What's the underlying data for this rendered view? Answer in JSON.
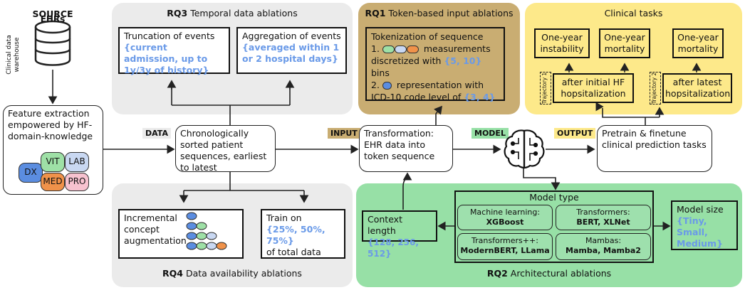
{
  "source": {
    "title": "SOURCE",
    "warehouse_label": "Clinical data warehouse",
    "ehr_label": "EHRs",
    "feature_box": "Feature extraction empowered by HF-domain-knowledge",
    "categories": [
      "DX",
      "VIT",
      "LAB",
      "MED",
      "PRO"
    ]
  },
  "stage_tags": {
    "data": "DATA",
    "input": "INPUT",
    "model": "MODEL",
    "output": "OUTPUT"
  },
  "data_box": "Chronologically sorted patient sequences, earliest to latest",
  "rq3": {
    "title_bold": "RQ3",
    "title_rest": "Temporal data ablations",
    "truncation_text": "Truncation of events",
    "truncation_values": "{current admission, up to 1y/3y of history}",
    "aggregation_text": "Aggregation of events",
    "aggregation_values": "{averaged within 1 or 2 hospital days}"
  },
  "rq4": {
    "title_bold": "RQ4",
    "title_rest": "Data availability ablations",
    "incremental_text": "Incremental concept augmentation",
    "train_text": "Train on",
    "train_values": "{25%, 50%, 75%}",
    "train_suffix": "of total data"
  },
  "rq1": {
    "title_bold": "RQ1",
    "title_rest": "Token-based input ablations",
    "line1": "Tokenization of sequence",
    "line2_prefix": "1.",
    "line2_suffix": "measurements",
    "line3_prefix": "discretized with",
    "line3_values": "{5, 10}",
    "line3_suffix": "bins",
    "line4_prefix": "2.",
    "line4_suffix": "representation with",
    "line5_prefix": "ICD-10 code level of",
    "line5_values": "{3, 4}"
  },
  "transformation_box": "Transformation: EHR data into token sequence",
  "output_box": "Pretrain & finetune clinical prediction tasks",
  "clinical": {
    "title": "Clinical tasks",
    "task1": "One-year instability",
    "task2": "One-year mortality",
    "task3": "One-year mortality",
    "traj1_label": "Trajectory 1",
    "traj1_text": "after initial HF hopsitalization",
    "traj2_label": "Trajectory 2",
    "traj2_text": "after latest hopsitalization"
  },
  "rq2": {
    "title_bold": "RQ2",
    "title_rest": "Architectural ablations",
    "context_label": "Context length",
    "context_values": "{128, 256, 512}",
    "model_type": "Model type",
    "ml_label": "Machine learning:",
    "ml_value": "XGBoost",
    "tf_label": "Transformers:",
    "tf_value": "BERT, XLNet",
    "tfpp_label": "Transformers++:",
    "tfpp_value": "ModernBERT, LLama",
    "mamba_label": "Mambas:",
    "mamba_value": "Mamba, Mamba2",
    "size_label": "Model size",
    "size_values": "{Tiny, Small, Medium}"
  },
  "colors": {
    "grey_panel": "#ebebeb",
    "tan_panel": "#c9ad72",
    "yellow_panel": "#fde98a",
    "green_panel": "#97e0a6",
    "highlight": "#6a9ae8",
    "dx": "#5b8de0",
    "vit": "#9ee0a6",
    "lab": "#c9d8f2",
    "med": "#f0924a",
    "pro": "#f7c2cf"
  }
}
